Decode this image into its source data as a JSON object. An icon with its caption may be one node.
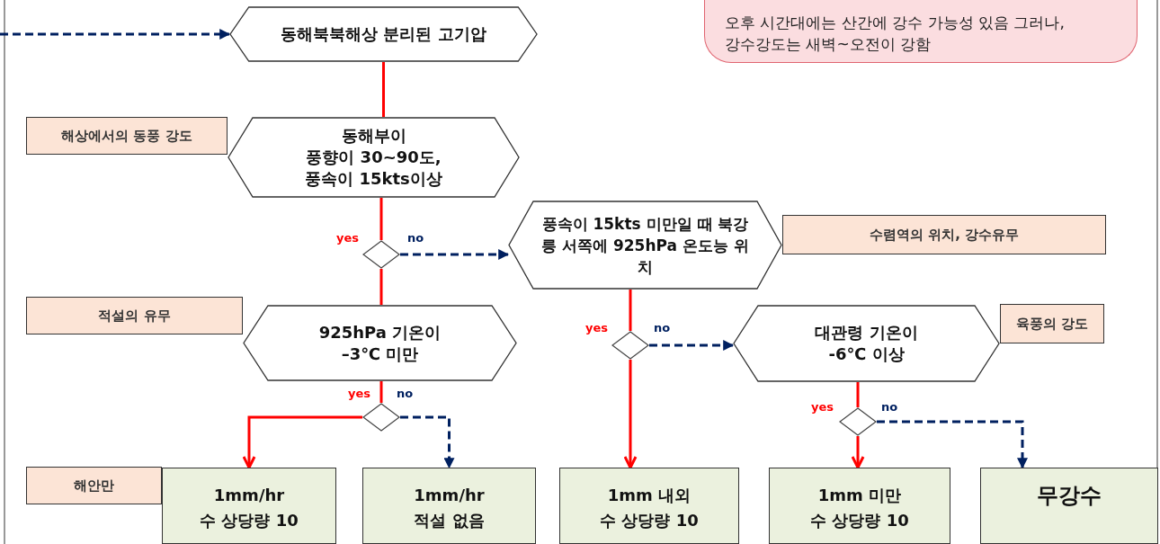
{
  "diagram": {
    "nodes": [
      {
        "text": [
          "오후 시간대에는 산간에 강수 가능성 있음 그러나, 강수강도는 새벽~오전이 강함"
        ]
      },
      {
        "text": [
          "동해북북해상 분리된 고기압"
        ]
      },
      {
        "text": [
          "해상에서의 동풍 강도"
        ]
      },
      {
        "text": [
          "동해부이",
          "풍향이 30~90도, 풍속이 15kts이상"
        ]
      },
      {
        "text": [],
        "shape": "diamond"
      },
      {
        "text": [
          "풍속이 15kts 미만일 때 북강릉 서쪽에 925hPa 온도능 위치"
        ]
      },
      {
        "text": [
          "수렴역의 위치, 강수유무"
        ]
      },
      {
        "text": [
          "적설의 유무"
        ]
      },
      {
        "text": [
          "925hPa 기온이 –3℃ 미만"
        ]
      },
      {
        "text": [],
        "shape": "diamond"
      },
      {
        "text": [],
        "shape": "diamond"
      },
      {
        "text": [
          "대관령 기온이 -6℃ 이상"
        ]
      },
      {
        "text": [
          "육풍의 강도"
        ]
      },
      {
        "text": [],
        "shape": "diamond"
      },
      {
        "text": [
          "해안만"
        ]
      },
      {
        "text": [
          "1mm/hr",
          "수 상당량 10"
        ]
      },
      {
        "text": [
          "1mm/hr",
          "적설 없음"
        ]
      },
      {
        "text": [
          "1mm 내외",
          "수 상당량 10"
        ]
      },
      {
        "text": [
          "1mm 미만",
          "수 상당량 10"
        ]
      },
      {
        "text": [
          "무강수"
        ]
      }
    ],
    "edges": [
      {
        "from": null,
        "to": 1,
        "arrow": "to",
        "style": "dashed",
        "color": "#002060"
      },
      {
        "from": 1,
        "to": 3,
        "arrow": "none"
      },
      {
        "from": 3,
        "to": 4,
        "arrow": "none"
      },
      {
        "from": 4,
        "to": 5,
        "arrow": "to",
        "label": "no",
        "style": "dashed",
        "color": "#002060"
      },
      {
        "from": 4,
        "to": 8,
        "arrow": "none",
        "label": "yes"
      },
      {
        "from": 8,
        "to": 9,
        "arrow": "none"
      },
      {
        "from": 9,
        "to": 15,
        "arrow": "to",
        "label": "yes"
      },
      {
        "from": 9,
        "to": 16,
        "arrow": "to",
        "label": "no",
        "style": "dashed",
        "color": "#002060"
      },
      {
        "from": 5,
        "to": 10,
        "arrow": "none"
      },
      {
        "from": 10,
        "to": 17,
        "arrow": "to",
        "label": "yes"
      },
      {
        "from": 10,
        "to": 11,
        "arrow": "to",
        "label": "no",
        "style": "dashed",
        "color": "#002060"
      },
      {
        "from": 11,
        "to": 13,
        "arrow": "none"
      },
      {
        "from": 13,
        "to": 18,
        "arrow": "to",
        "label": "yes"
      },
      {
        "from": 13,
        "to": 19,
        "arrow": "to",
        "label": "no",
        "style": "dashed",
        "color": "#002060"
      }
    ]
  }
}
